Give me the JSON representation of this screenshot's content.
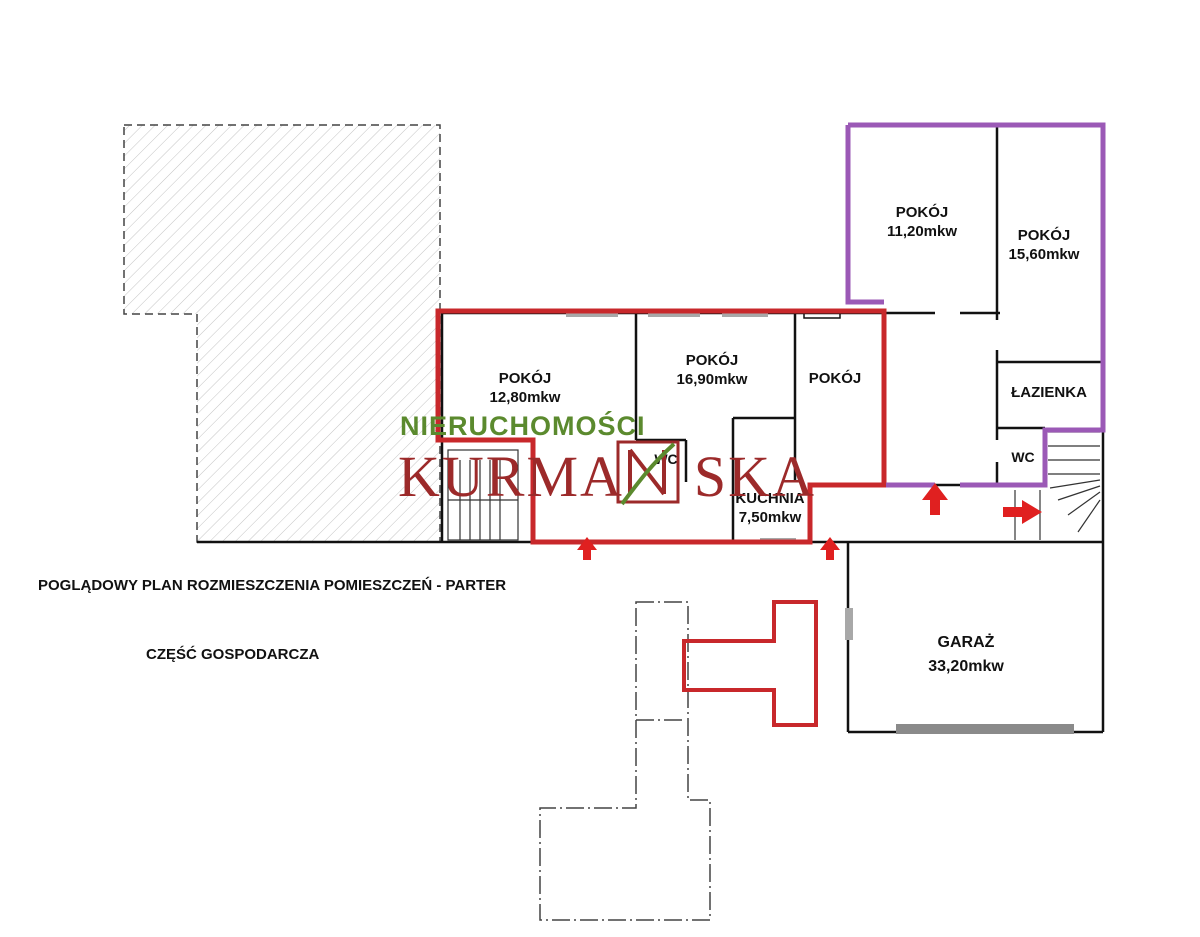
{
  "plan": {
    "title": "POGLĄDOWY PLAN ROZMIESZCZENIA POMIESZCZEŃ - PARTER",
    "subtitle": "CZĘŚĆ GOSPODARCZA",
    "rooms": [
      {
        "name": "POKÓJ",
        "area": "11,20mkw"
      },
      {
        "name": "POKÓJ",
        "area": "15,60mkw"
      },
      {
        "name": "POKÓJ",
        "area": "12,80mkw"
      },
      {
        "name": "POKÓJ",
        "area": "16,90mkw"
      },
      {
        "name": "POKÓJ",
        "area": ""
      },
      {
        "name": "ŁAZIENKA",
        "area": ""
      },
      {
        "name": "WC",
        "area": ""
      },
      {
        "name": "WC",
        "area": ""
      },
      {
        "name": "KUCHNIA",
        "area": "7,50mkw"
      },
      {
        "name": "GARAŻ",
        "area": "33,20mkw"
      }
    ]
  },
  "watermark": {
    "top": "NIERUCHOMOŚCI",
    "main_left": "KURMA",
    "main_right": "SKA",
    "top_color": "#5b8a2e",
    "main_color": "#9c2a2a"
  },
  "colors": {
    "wall": "#111111",
    "highlight_red": "#c8282b",
    "highlight_purple": "#9b59b6",
    "arrow": "#e02020",
    "window_gray": "#a0a0a0",
    "hatch": "#b5b5b5"
  }
}
